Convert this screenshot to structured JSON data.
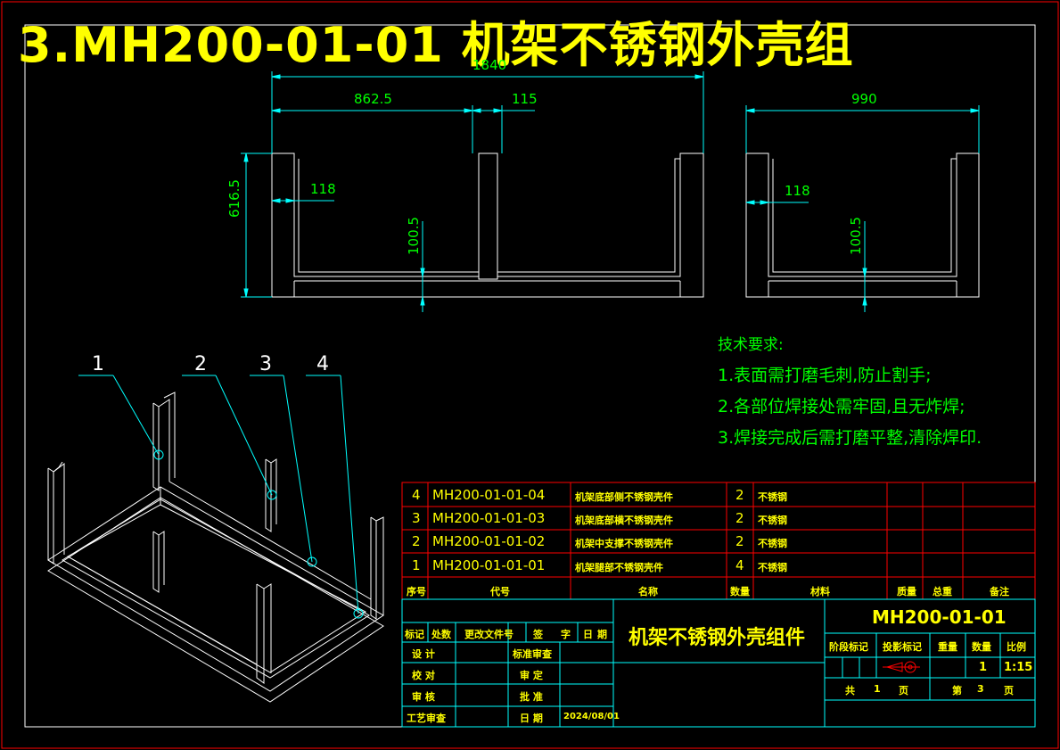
{
  "title": "3.MH200-01-01  机架不锈钢外壳组",
  "dimensions": {
    "overall_width": "1840",
    "left_span": "862.5",
    "mid_gap": "115",
    "height": "616.5",
    "wall_left": "118",
    "base_left": "100.5",
    "side_width": "990",
    "wall_right": "118",
    "base_right": "100.5"
  },
  "callouts": [
    "1",
    "2",
    "3",
    "4"
  ],
  "tech_requirements": {
    "heading": "技术要求:",
    "items": [
      "1.表面需打磨毛刺,防止割手;",
      "2.各部位焊接处需牢固,且无炸焊;",
      "3.焊接完成后需打磨平整,清除焊印."
    ]
  },
  "bom": {
    "rows": [
      {
        "seq": "4",
        "code": "MH200-01-01-04",
        "name": "机架底部侧不锈钢壳件",
        "qty": "2",
        "material": "不锈钢"
      },
      {
        "seq": "3",
        "code": "MH200-01-01-03",
        "name": "机架底部横不锈钢壳件",
        "qty": "2",
        "material": "不锈钢"
      },
      {
        "seq": "2",
        "code": "MH200-01-01-02",
        "name": "机架中支撑不锈钢壳件",
        "qty": "2",
        "material": "不锈钢"
      },
      {
        "seq": "1",
        "code": "MH200-01-01-01",
        "name": "机架腿部不锈钢壳件",
        "qty": "4",
        "material": "不锈钢"
      }
    ],
    "headers": {
      "seq": "序号",
      "code": "代号",
      "name": "名称",
      "qty": "数量",
      "material": "材料",
      "unit_mass": "质量",
      "total_mass": "总重",
      "remarks": "备注"
    }
  },
  "title_block": {
    "rev_headers": [
      "标记",
      "处数",
      "更改文件号",
      "签",
      "字",
      "日",
      "期"
    ],
    "roles": {
      "design": "设 计",
      "check": "校 对",
      "review": "审 核",
      "process": "工艺审查",
      "standard": "标准审查",
      "approve": "审 定",
      "ratify": "批 准",
      "date_label": "日 期"
    },
    "date": "2024/08/01",
    "part_name": "机架不锈钢外壳组件",
    "drawing_no": "MH200-01-01",
    "stage_mark": "阶段标记",
    "projection": "投影标记",
    "weight": "重量",
    "quantity_label": "数量",
    "quantity": "1",
    "scale_label": "比例",
    "scale": "1:15",
    "total_pages_prefix": "共",
    "total_pages": "1",
    "page_unit": "页",
    "page_prefix": "第",
    "page_no": "3",
    "page_unit2": "页"
  },
  "colors": {
    "frame": "#ff0000",
    "geometry": "#ffffff",
    "dimension": "#00ffff",
    "text_green": "#00ff00",
    "text_yellow": "#ffff00"
  }
}
